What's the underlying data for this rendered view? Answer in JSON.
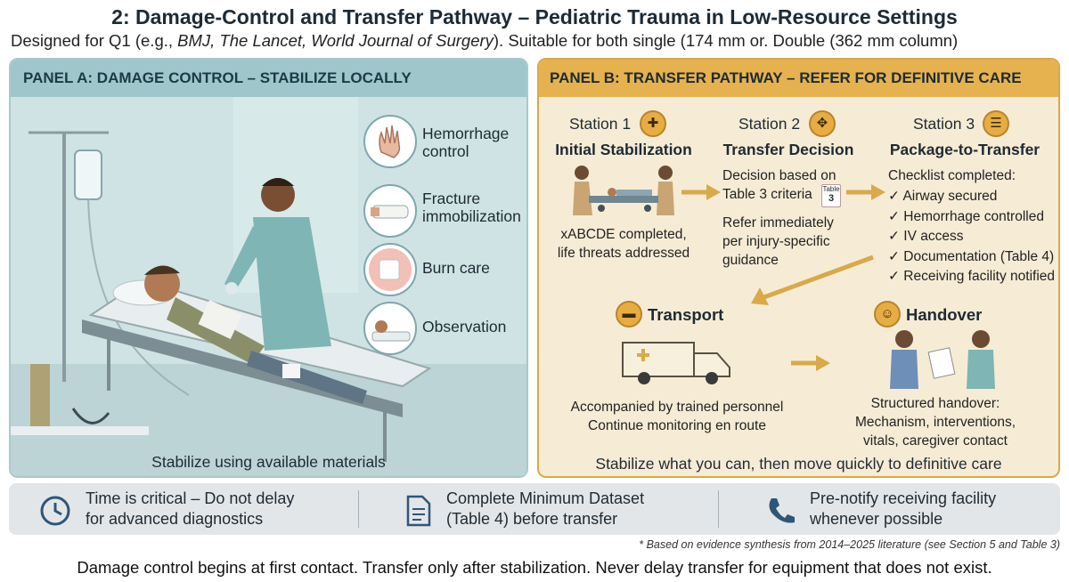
{
  "title": "2: Damage-Control and Transfer Pathway – Pediatric Trauma in Low-Resource Settings",
  "subtitle": {
    "prefix": "Designed for Q1 (e.g., ",
    "journals": "BMJ, The Lancet, World Journal of Surgery",
    "suffix": ").  Suitable for both single (174 mm or. Double (362 mm column)"
  },
  "panel_a": {
    "heading": "PANEL A: DAMAGE CONTROL – STABILIZE LOCALLY",
    "interventions": [
      {
        "label_1": "Hemorrhage",
        "label_2": "control",
        "icon": "hand-icon"
      },
      {
        "label_1": "Fracture",
        "label_2": "immobilization",
        "icon": "splint-icon"
      },
      {
        "label_1": "Burn care",
        "label_2": "",
        "icon": "burn-dressing-icon"
      },
      {
        "label_1": "Observation",
        "label_2": "",
        "icon": "patient-observation-icon"
      }
    ],
    "footer": "Stabilize using available materials"
  },
  "panel_b": {
    "heading": "PANEL B: TRANSFER PATHWAY – REFER FOR DEFINITIVE CARE",
    "stations": [
      {
        "label": "Station 1",
        "title": "Initial Stabilization",
        "lines": [
          "xABCDE completed,",
          "life threats addressed"
        ],
        "icon": "clinician-icon"
      },
      {
        "label": "Station 2",
        "title": "Transfer Decision",
        "lines": [
          "Decision based on",
          "Table 3 criteria",
          "Refer immediately",
          "per injury-specific",
          "guidance"
        ],
        "icon": "decision-icon",
        "badge_top": "Table",
        "badge_num": "3"
      },
      {
        "label": "Station 3",
        "title": "Package-to-Transfer",
        "intro": "Checklist completed:",
        "checklist": [
          "Airway secured",
          "Hemorrhage controlled",
          "IV access",
          "Documentation (Table 4)",
          "Receiving facility notified"
        ],
        "icon": "clipboard-icon"
      }
    ],
    "transport": {
      "title": "Transport",
      "lines": [
        "Accompanied by trained personnel",
        "Continue monitoring en route"
      ],
      "icon": "ambulance-icon"
    },
    "handover": {
      "title": "Handover",
      "lines": [
        "Structured handover:",
        "Mechanism, interventions,",
        "vitals, caregiver contact"
      ],
      "icon": "people-icon"
    },
    "footer": "Stabilize what you can, then move quickly to definitive care"
  },
  "bottom_bar": [
    {
      "line_1": "Time is critical – Do not delay",
      "line_2": "for advanced diagnostics",
      "icon": "clock-icon"
    },
    {
      "line_1": "Complete Minimum Dataset",
      "line_2": "(Table 4) before transfer",
      "icon": "document-icon"
    },
    {
      "line_1": "Pre-notify receiving facility",
      "line_2": "whenever possible",
      "icon": "phone-icon"
    }
  ],
  "footnote": "* Based on evidence synthesis from 2014–2025 literature (see Section 5 and Table 3)",
  "closing": "Damage control begins at first contact. Transfer only after stabilization. Never delay transfer for equipment that does not exist.",
  "colors": {
    "panel_a_bg": "#cfe3e5",
    "panel_a_head": "#9fc7cb",
    "panel_b_bg": "#f6ecd6",
    "panel_b_head": "#e5b24f",
    "accent": "#e7ad42"
  }
}
